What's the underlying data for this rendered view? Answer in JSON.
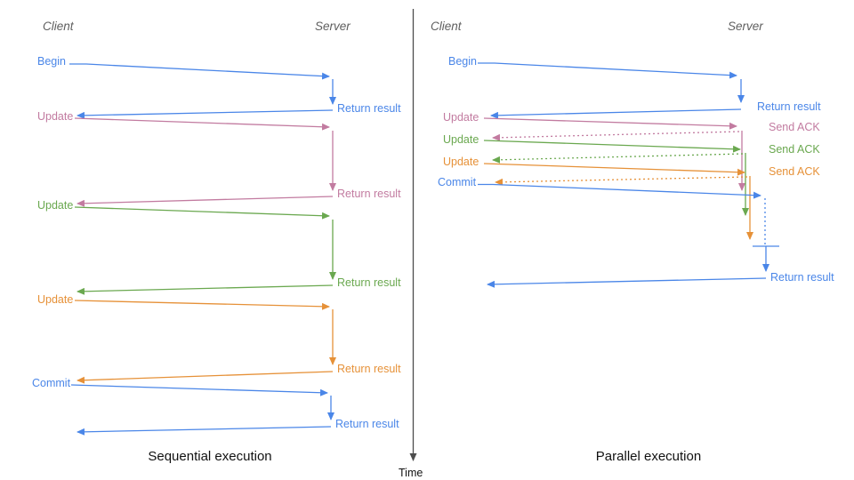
{
  "colors": {
    "blue": "#4a86e8",
    "pink": "#c27ba0",
    "green": "#6aa84f",
    "orange": "#e69138",
    "axis": "#4d4d4d"
  },
  "time_axis": {
    "label": "Time"
  },
  "left": {
    "caption": "Sequential execution",
    "client_header": "Client",
    "server_header": "Server",
    "messages": [
      {
        "label": "Begin",
        "result": "Return result",
        "color": "#4a86e8"
      },
      {
        "label": "Update",
        "result": "Return result",
        "color": "#c27ba0"
      },
      {
        "label": "Update",
        "result": "Return result",
        "color": "#6aa84f"
      },
      {
        "label": "Update",
        "result": "Return result",
        "color": "#e69138"
      },
      {
        "label": "Commit",
        "result": "Return result",
        "color": "#4a86e8"
      }
    ]
  },
  "right": {
    "caption": "Parallel execution",
    "client_header": "Client",
    "server_header": "Server",
    "messages": [
      {
        "label": "Begin",
        "result": "Return result",
        "color": "#4a86e8"
      },
      {
        "label": "Update",
        "ack": "Send ACK",
        "color": "#c27ba0"
      },
      {
        "label": "Update",
        "ack": "Send ACK",
        "color": "#6aa84f"
      },
      {
        "label": "Update",
        "ack": "Send ACK",
        "color": "#e69138"
      },
      {
        "label": "Commit",
        "result": "Return result",
        "color": "#4a86e8"
      }
    ]
  }
}
